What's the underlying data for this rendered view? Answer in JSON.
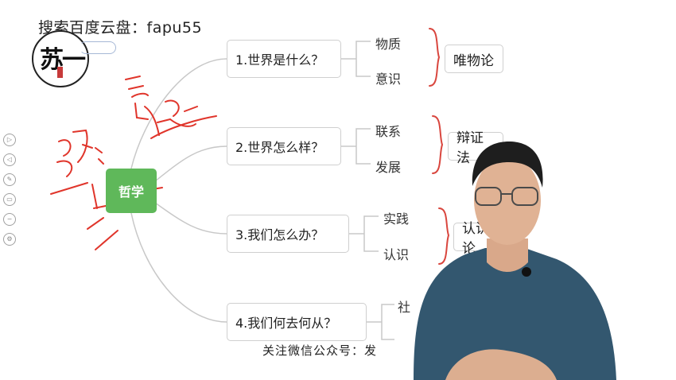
{
  "watermark": {
    "top": "搜索百度云盘：fapu55",
    "bottom": "关注微信公众号：发"
  },
  "logo": {
    "text": "苏一"
  },
  "toolbar": {
    "icons": [
      "play-icon",
      "back-icon",
      "pen-icon",
      "screen-icon",
      "minus-icon",
      "settings-icon"
    ]
  },
  "mindmap": {
    "root": "哲学",
    "branches": [
      {
        "label": "1.世界是什么？",
        "leaves": [
          "物质",
          "意识"
        ],
        "result": "唯物论"
      },
      {
        "label": "2.世界怎么样？",
        "leaves": [
          "联系",
          "发展"
        ],
        "result": "辩证法"
      },
      {
        "label": "3.我们怎么办？",
        "leaves": [
          "实践",
          "认识"
        ],
        "result": "认识论"
      },
      {
        "label": "4.我们何去何从？",
        "leaves": [
          "社",
          ""
        ],
        "result": ""
      }
    ]
  },
  "colors": {
    "root": "#5fb85a",
    "brace": "#d9463e",
    "ink": "#e0352b",
    "connector": "#c8c8c8"
  }
}
